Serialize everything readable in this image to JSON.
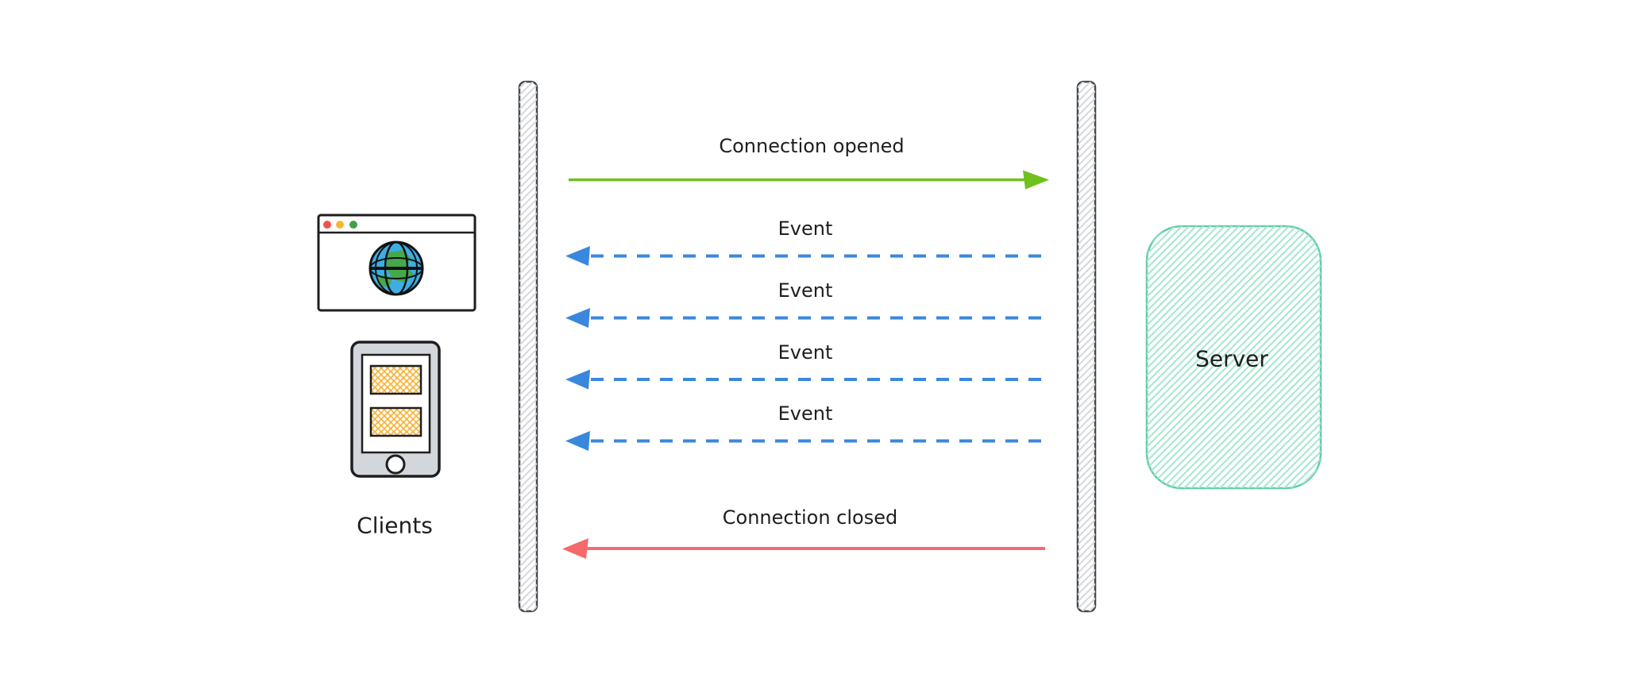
{
  "actors": {
    "clients": {
      "label": "Clients",
      "icons": [
        "browser-window-icon",
        "mobile-phone-icon"
      ]
    },
    "server": {
      "label": "Server"
    }
  },
  "messages": [
    {
      "label": "Connection opened",
      "direction": "client-to-server",
      "line_style": "solid",
      "color": "#70c01e"
    },
    {
      "label": "Event",
      "direction": "server-to-client",
      "line_style": "dashed",
      "color": "#3a87de"
    },
    {
      "label": "Event",
      "direction": "server-to-client",
      "line_style": "dashed",
      "color": "#3a87de"
    },
    {
      "label": "Event",
      "direction": "server-to-client",
      "line_style": "dashed",
      "color": "#3a87de"
    },
    {
      "label": "Event",
      "direction": "server-to-client",
      "line_style": "dashed",
      "color": "#3a87de"
    },
    {
      "label": "Connection closed",
      "direction": "server-to-client",
      "line_style": "solid",
      "color": "#f56a6a"
    }
  ],
  "colors": {
    "background": "#ffffff",
    "text": "#1e1e1e",
    "lifeline_stroke": "#45494e",
    "lifeline_hatch": "#d5d7da",
    "server_box_stroke": "#63cbaa",
    "server_box_hatch": "#a9e8d0",
    "connection_opened_arrow": "#70c01e",
    "event_arrow": "#3a87de",
    "connection_closed_arrow": "#f56a6a",
    "browser_dot_red": "#ef5350",
    "browser_dot_yellow": "#f7b733",
    "browser_dot_green": "#43a047",
    "globe_blue": "#3daee3",
    "globe_land_green": "#46a84b",
    "phone_body_gray": "#d3d7db",
    "phone_card_orange": "#f7b133"
  }
}
